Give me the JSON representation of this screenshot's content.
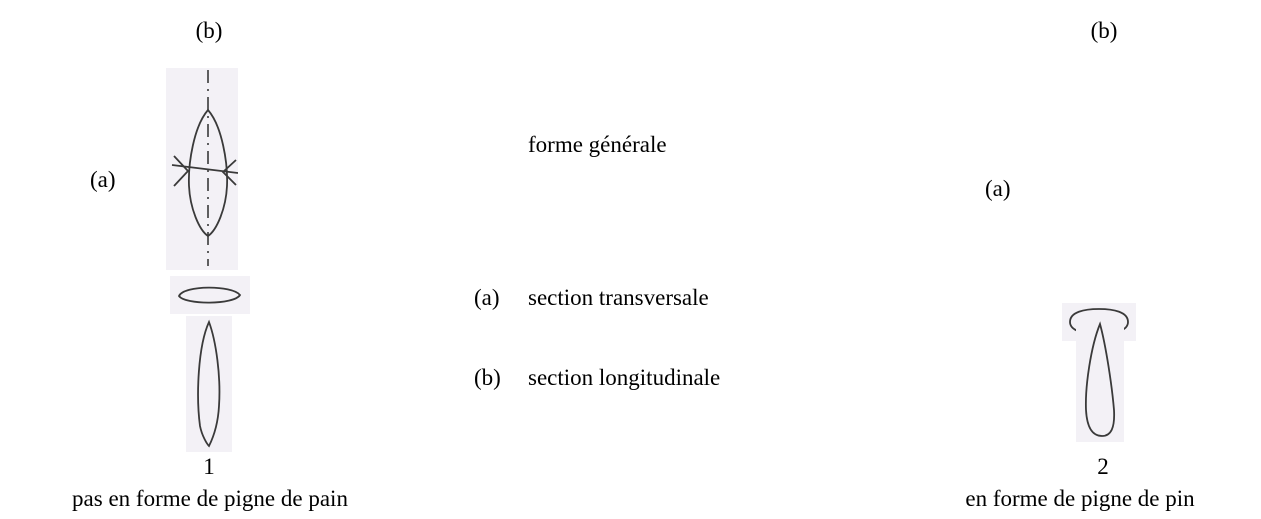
{
  "figure_1": {
    "label_b": "(b)",
    "label_a": "(a)",
    "number": "1",
    "caption": "pas en forme de pigne de pain"
  },
  "figure_2": {
    "label_b": "(b)",
    "label_a": "(a)",
    "number": "2",
    "caption": "en forme de pigne de pin"
  },
  "legend": {
    "general_shape": "forme générale",
    "a_marker": "(a)",
    "a_text": "section transversale",
    "b_marker": "(b)",
    "b_text": "section longitudinale"
  },
  "colors": {
    "sketch_background": "#f3f1f6",
    "ink": "#3a3a3a"
  }
}
